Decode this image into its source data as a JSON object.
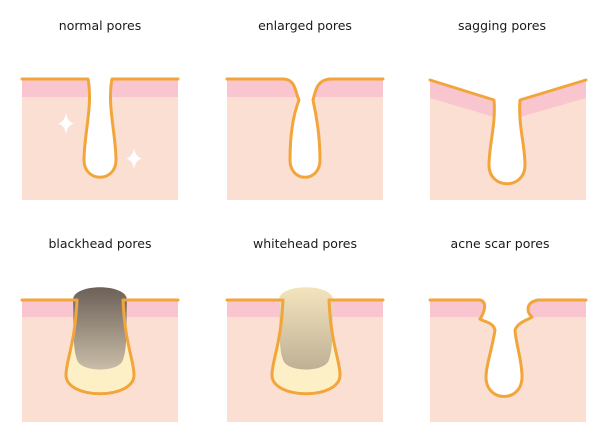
{
  "diagram": {
    "colors": {
      "background": "#ffffff",
      "skin": "#fcdfd3",
      "epidermis": "#f9c6cf",
      "outline": "#f2a53a",
      "pore": "#ffffff",
      "sebum": "#fdf0c6",
      "sparkle": "#ffffff"
    },
    "panels": [
      {
        "id": "normal",
        "label": "normal pores"
      },
      {
        "id": "enlarged",
        "label": "enlarged pores"
      },
      {
        "id": "sagging",
        "label": "sagging pores"
      },
      {
        "id": "blackhead",
        "label": "blackhead pores"
      },
      {
        "id": "whitehead",
        "label": "whitehead pores"
      },
      {
        "id": "acne-scar",
        "label": "acne scar pores"
      }
    ]
  }
}
